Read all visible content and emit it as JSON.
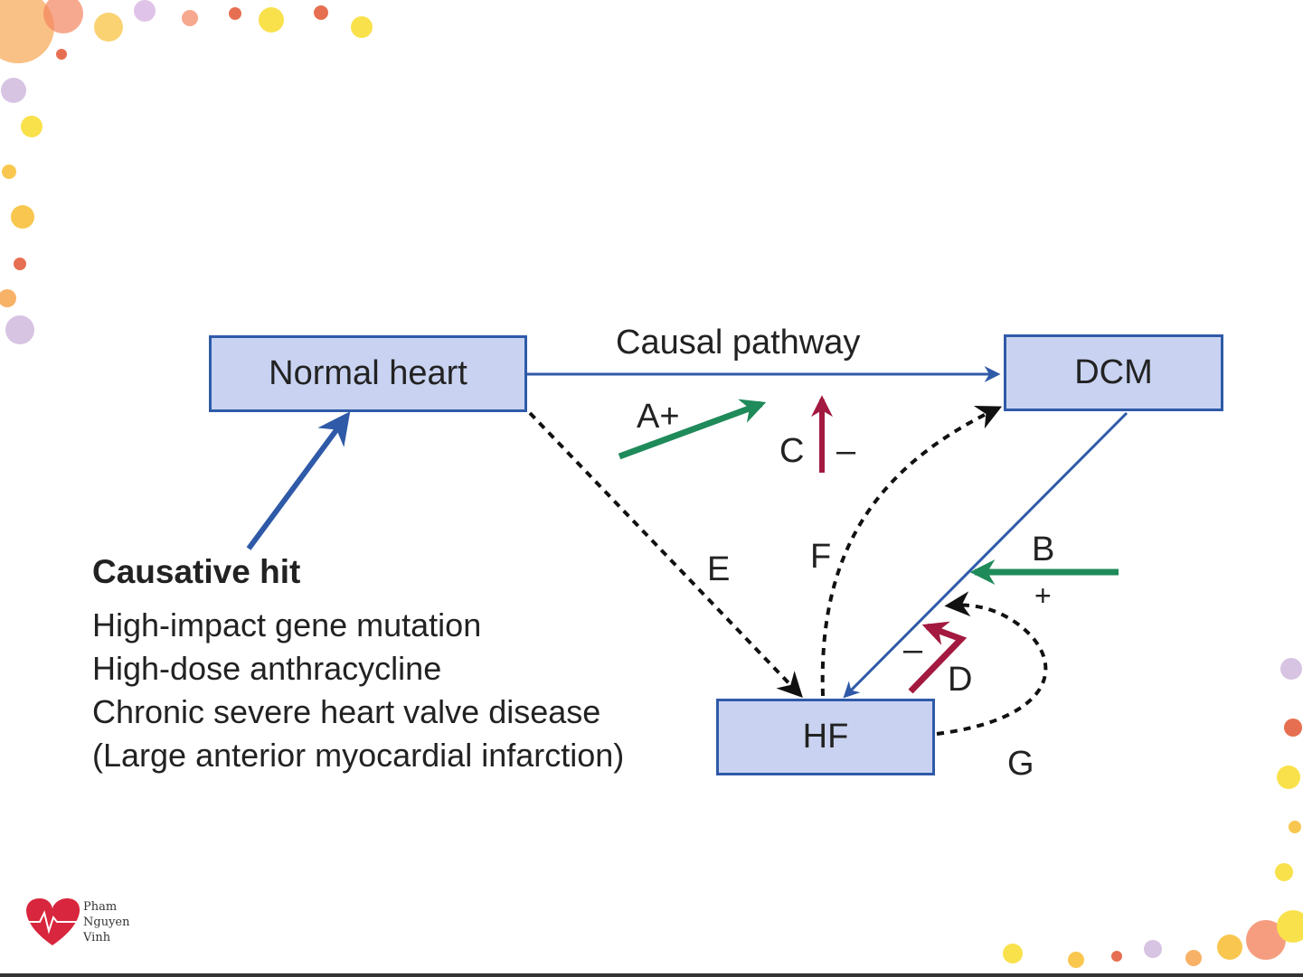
{
  "nodes": {
    "normal_heart": "Normal heart",
    "dcm": "DCM",
    "hf": "HF"
  },
  "edge_labels": {
    "causal_pathway": "Causal pathway",
    "a": "A+",
    "b": "B",
    "b_sign": "+",
    "c": "C",
    "c_sign": "–",
    "d": "D",
    "d_sign": "–",
    "e": "E",
    "f": "F",
    "g": "G"
  },
  "causative_hit": {
    "heading": "Causative hit",
    "items": [
      "High-impact gene mutation",
      "High-dose anthracycline",
      "Chronic severe heart valve disease",
      "(Large anterior myocardial infarction)"
    ]
  },
  "logo": {
    "lines": [
      "Pham",
      "Nguyen",
      "Vinh"
    ]
  },
  "colors": {
    "box_fill": "#c9d3f1",
    "box_border": "#2f5aa8",
    "blue_arrow": "#2f5aa8",
    "green_arrow": "#1f8a5a",
    "red_arrow": "#a3193f",
    "dashed": "#111111"
  }
}
